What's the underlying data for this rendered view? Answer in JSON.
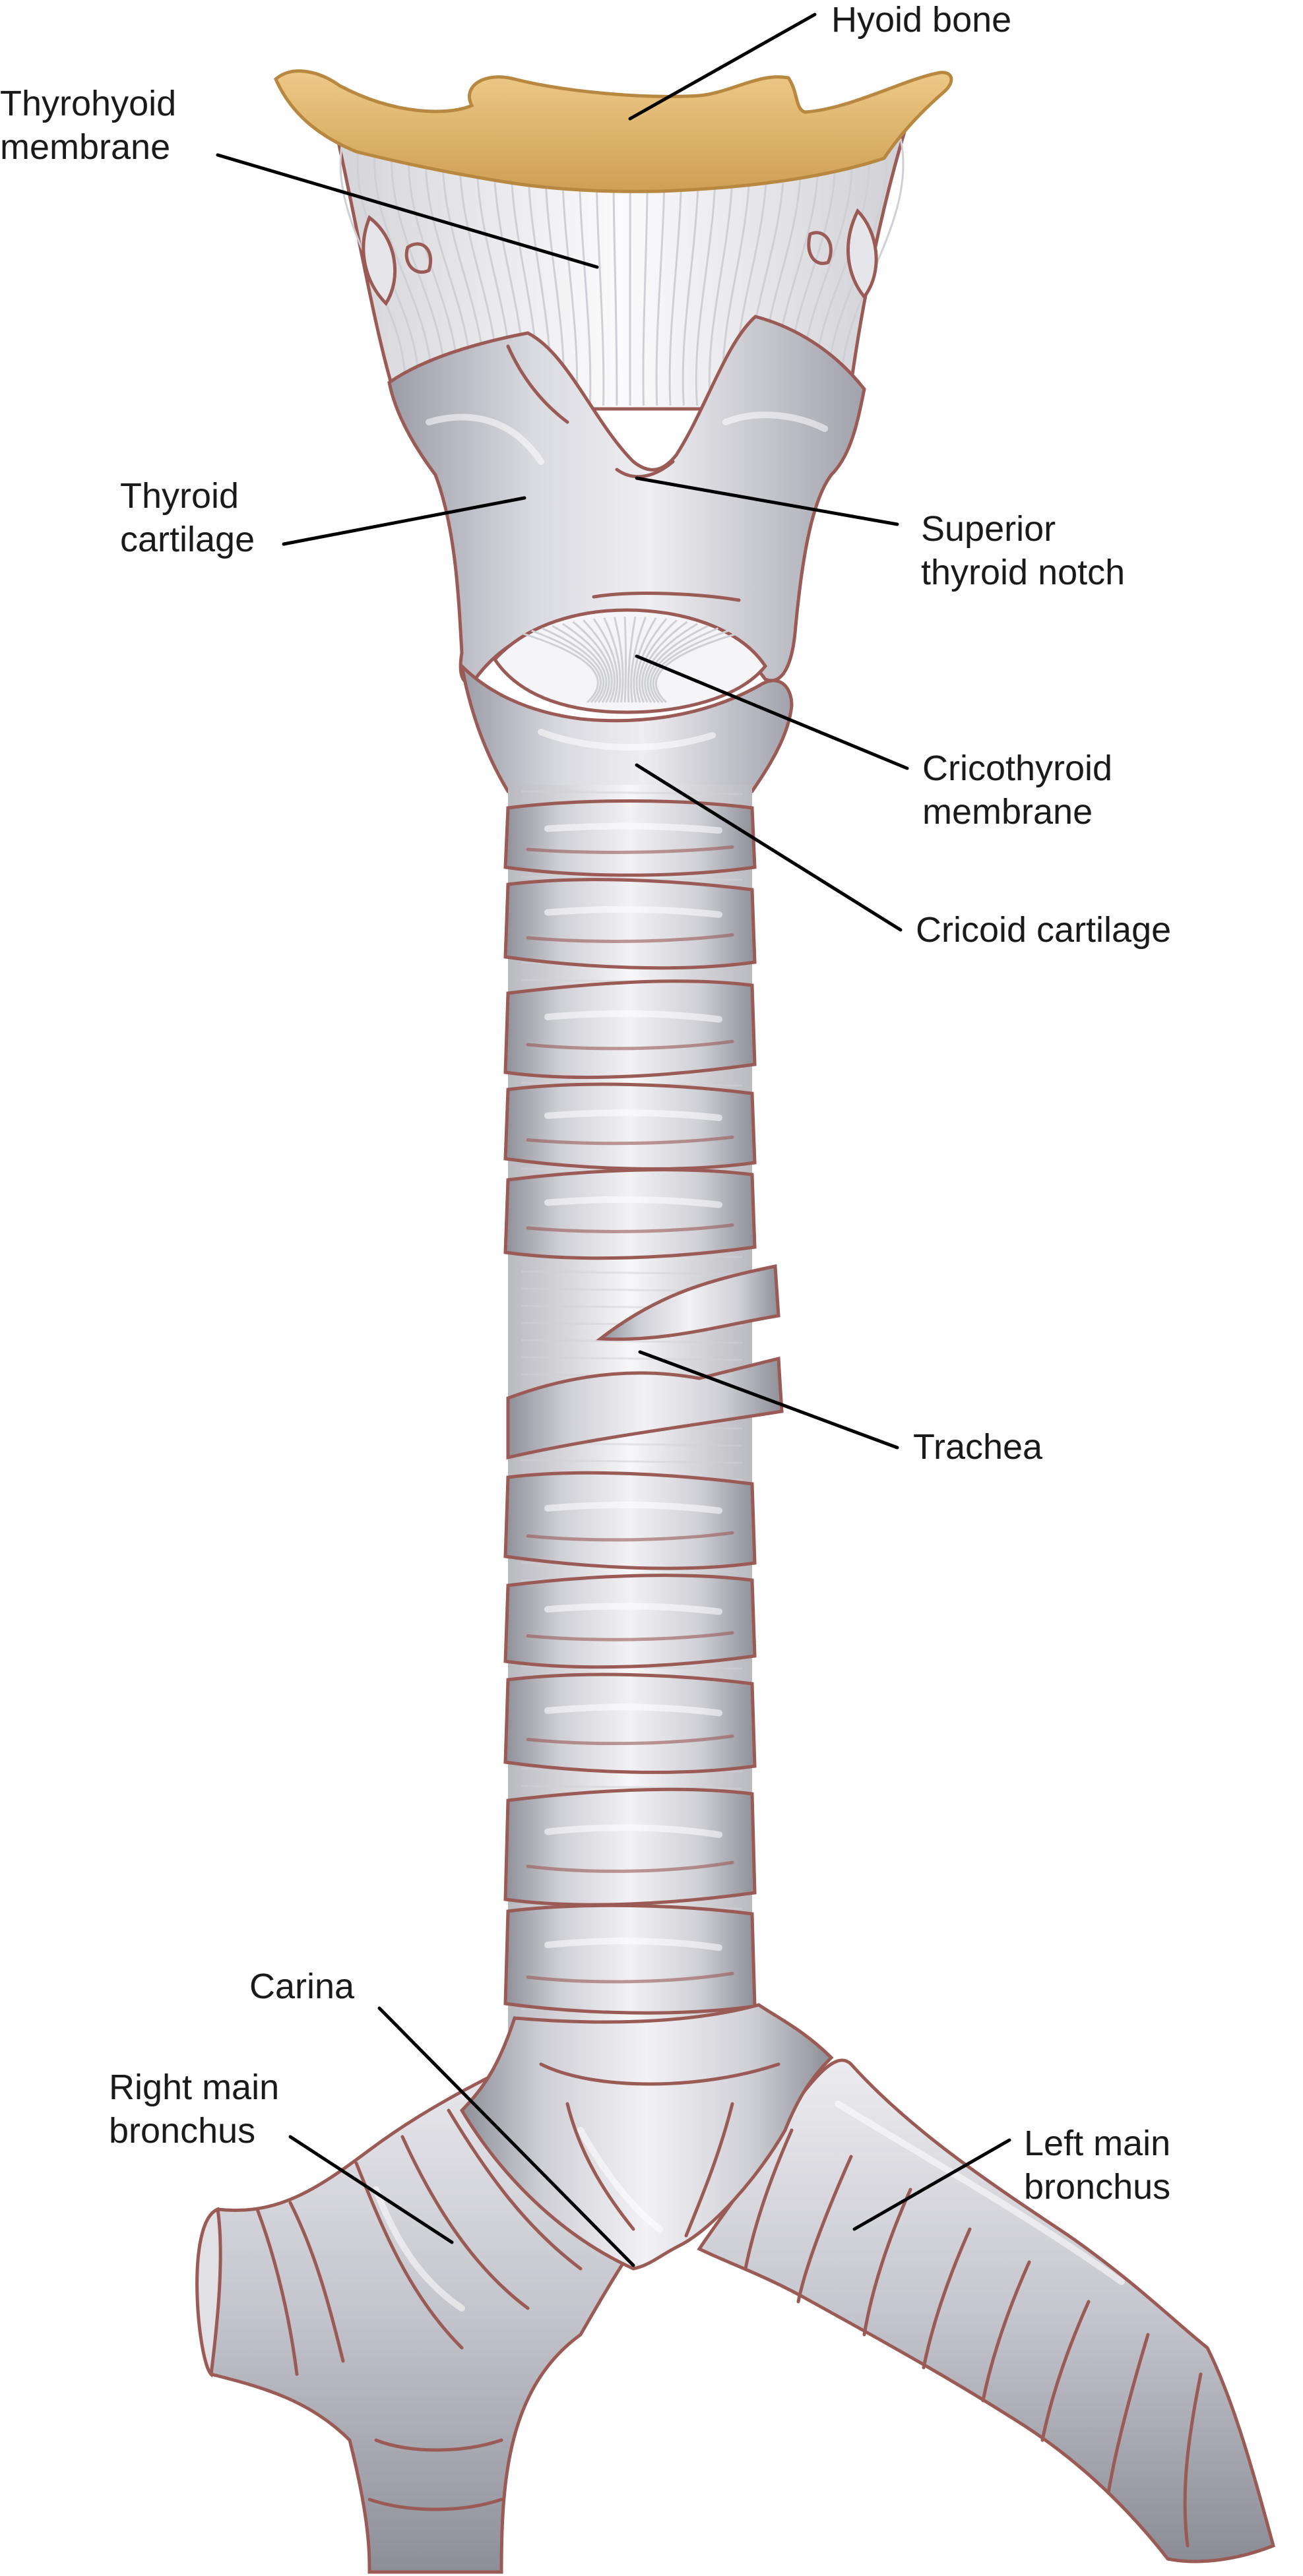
{
  "labels": {
    "hyoid_bone": "Hyoid bone",
    "thyrohyoid_membrane": [
      "Thyrohyoid",
      "membrane"
    ],
    "thyroid_cartilage": [
      "Thyroid",
      "cartilage"
    ],
    "superior_thyroid_notch": [
      "Superior",
      "thyroid notch"
    ],
    "cricothyroid_membrane": [
      "Cricothyroid",
      "membrane"
    ],
    "cricoid_cartilage": "Cricoid cartilage",
    "trachea": "Trachea",
    "carina": "Carina",
    "right_main_bronchus": [
      "Right main",
      "bronchus"
    ],
    "left_main_bronchus": [
      "Left main",
      "bronchus"
    ]
  },
  "colors": {
    "hyoid_bone": "#e3b870",
    "cartilage": "#c9c9d0",
    "outline": "#9a5a55",
    "leader_line": "#000000"
  }
}
